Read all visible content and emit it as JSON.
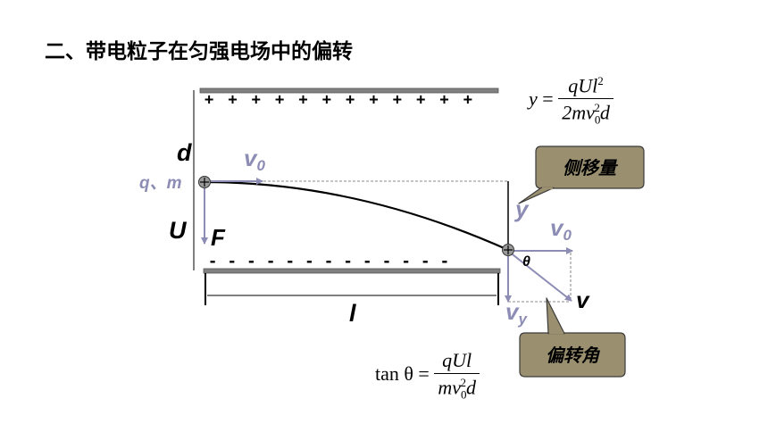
{
  "title": "二、带电粒子在匀强电场中的偏转",
  "plates": {
    "top_signs": "+ + + + + + + + + + + +",
    "bottom_signs": "- - - - - - - - - - - - -"
  },
  "labels": {
    "d": "d",
    "U": "U",
    "charge_mass": "q、m",
    "force": "F",
    "length": "l",
    "v0_start": "v",
    "v0_start_sub": "0",
    "y": "y",
    "v0_end": "v",
    "v0_end_sub": "0",
    "theta": "θ",
    "v": "v",
    "vy": "v",
    "vy_sub": "y"
  },
  "callouts": {
    "displacement": "侧移量",
    "deflection_angle": "偏转角"
  },
  "formulas": {
    "y": {
      "lhs": "y",
      "num": "qUl",
      "num_sup": "2",
      "den": "2mv",
      "den_sub": "0",
      "den_sup": "2",
      "den_tail": "d"
    },
    "tan": {
      "lhs": "tan θ",
      "num": "qUl",
      "den": "mv",
      "den_sub": "0",
      "den_sup": "2",
      "den_tail": "d"
    }
  },
  "colors": {
    "plate": "#808080",
    "vector": "#8c8cb4",
    "callout_fill": "#9a9070",
    "callout_stroke": "#3a3a3a"
  }
}
